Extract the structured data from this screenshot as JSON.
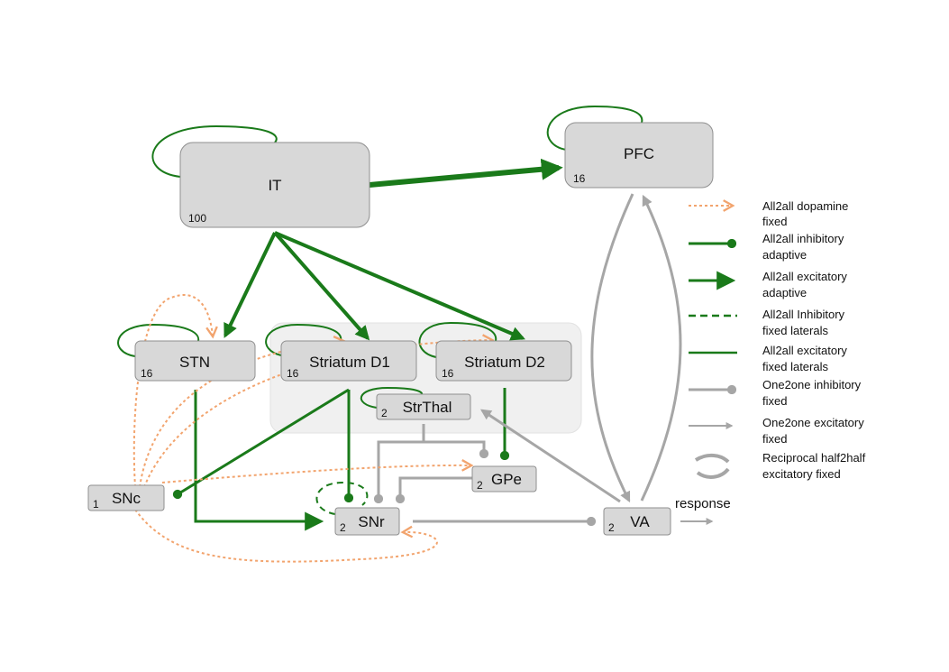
{
  "nodes": {
    "it": {
      "label": "IT",
      "count": "100"
    },
    "pfc": {
      "label": "PFC",
      "count": "16"
    },
    "stn": {
      "label": "STN",
      "count": "16"
    },
    "striatum_d1": {
      "label": "Striatum D1",
      "count": "16"
    },
    "striatum_d2": {
      "label": "Striatum D2",
      "count": "16"
    },
    "strthal": {
      "label": "StrThal",
      "count": "2"
    },
    "gpe": {
      "label": "GPe",
      "count": "2"
    },
    "snc": {
      "label": "SNc",
      "count": "1"
    },
    "snr": {
      "label": "SNr",
      "count": "2"
    },
    "va": {
      "label": "VA",
      "count": "2"
    }
  },
  "response_label": "response",
  "legend": [
    {
      "line1": "All2all dopamine",
      "line2": "fixed"
    },
    {
      "line1": "All2all inhibitory",
      "line2": "adaptive"
    },
    {
      "line1": "All2all excitatory",
      "line2": "adaptive"
    },
    {
      "line1": "All2all Inhibitory",
      "line2": "fixed laterals"
    },
    {
      "line1": "All2all excitatory",
      "line2": "fixed laterals"
    },
    {
      "line1": "One2one inhibitory",
      "line2": "fixed"
    },
    {
      "line1": "One2one excitatory",
      "line2": "fixed"
    },
    {
      "line1": "Reciprocal half2half",
      "line2": "excitatory fixed"
    }
  ],
  "colors": {
    "green": "#1a7a1a",
    "gray": "#a6a6a6",
    "orange": "#f2a46e",
    "node_fill": "#d8d8d8",
    "panel": "#f0f0f0"
  }
}
